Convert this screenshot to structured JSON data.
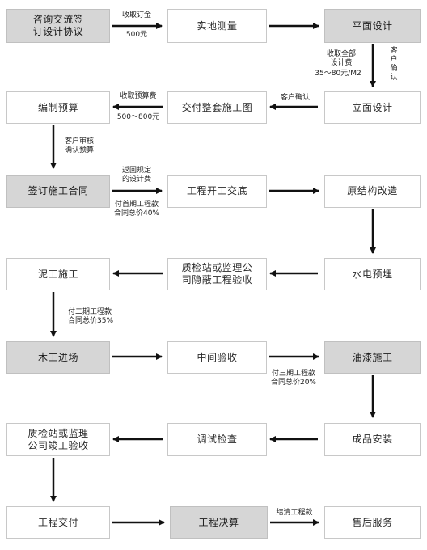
{
  "steps": {
    "consult": "咨询交流签\n订设计协议",
    "survey": "实地测量",
    "plan_design": "平面设计",
    "budget": "编制预算",
    "drawings": "交付整套施工图",
    "elevation": "立面设计",
    "contract": "签订施工合同",
    "briefing": "工程开工交底",
    "renovation": "原结构改造",
    "masonry": "泥工施工",
    "hidden_inspection": "质检站或监理公\n司隐蔽工程验收",
    "plumbing": "水电预埋",
    "carpentry": "木工进场",
    "mid_inspection": "中间验收",
    "painting": "油漆施工",
    "final_inspection": "质检站或监理\n公司竣工验收",
    "debugging": "调试检查",
    "installation": "成品安装",
    "handover": "工程交付",
    "settlement": "工程决算",
    "after_sales": "售后服务"
  },
  "labels": {
    "deposit": "收取订金",
    "deposit_amount": "500元",
    "design_fee": "收取全部\n设计费",
    "design_fee_rate": "35～80元/M2",
    "client_confirm_vertical": "客\n户\n确\n认",
    "client_confirm": "客户确认",
    "budget_fee": "收取预算费",
    "budget_fee_amount": "500～800元",
    "client_review": "客户审核\n确认预算",
    "refund_design_fee": "返回规定\n的设计费",
    "first_payment": "付首期工程款\n合同总价40%",
    "second_payment": "付二期工程款\n合同总价35%",
    "third_payment": "付三期工程款\n合同总价20%",
    "settle_payment": "结清工程款"
  }
}
